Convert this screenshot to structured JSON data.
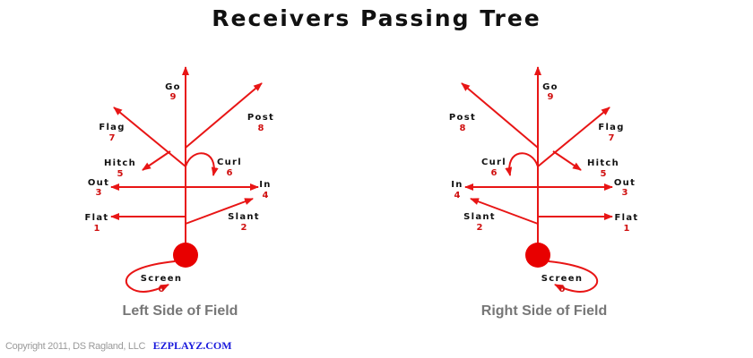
{
  "title": "Receivers Passing Tree",
  "colors": {
    "route": "#e81515",
    "ball": "#e80000",
    "text": "#111111",
    "number": "#d01010",
    "caption": "#777777",
    "brand": "#1a1adc"
  },
  "sides": [
    {
      "caption": "Left Side of Field",
      "routes": [
        {
          "key": "screen",
          "name": "Screen",
          "number": "0"
        },
        {
          "key": "flat",
          "name": "Flat",
          "number": "1"
        },
        {
          "key": "slant",
          "name": "Slant",
          "number": "2"
        },
        {
          "key": "out",
          "name": "Out",
          "number": "3"
        },
        {
          "key": "in",
          "name": "In",
          "number": "4"
        },
        {
          "key": "hitch",
          "name": "Hitch",
          "number": "5"
        },
        {
          "key": "curl",
          "name": "Curl",
          "number": "6"
        },
        {
          "key": "flag",
          "name": "Flag",
          "number": "7"
        },
        {
          "key": "post",
          "name": "Post",
          "number": "8"
        },
        {
          "key": "go",
          "name": "Go",
          "number": "9"
        }
      ]
    },
    {
      "caption": "Right Side of Field",
      "routes": [
        {
          "key": "screen",
          "name": "Screen",
          "number": "0"
        },
        {
          "key": "flat",
          "name": "Flat",
          "number": "1"
        },
        {
          "key": "slant",
          "name": "Slant",
          "number": "2"
        },
        {
          "key": "out",
          "name": "Out",
          "number": "3"
        },
        {
          "key": "in",
          "name": "In",
          "number": "4"
        },
        {
          "key": "hitch",
          "name": "Hitch",
          "number": "5"
        },
        {
          "key": "curl",
          "name": "Curl",
          "number": "6"
        },
        {
          "key": "flag",
          "name": "Flag",
          "number": "7"
        },
        {
          "key": "post",
          "name": "Post",
          "number": "8"
        },
        {
          "key": "go",
          "name": "Go",
          "number": "9"
        }
      ]
    }
  ],
  "footer": {
    "copyright": "Copyright 2011, DS Ragland, LLC",
    "brand": "EZPLAYZ.COM"
  }
}
